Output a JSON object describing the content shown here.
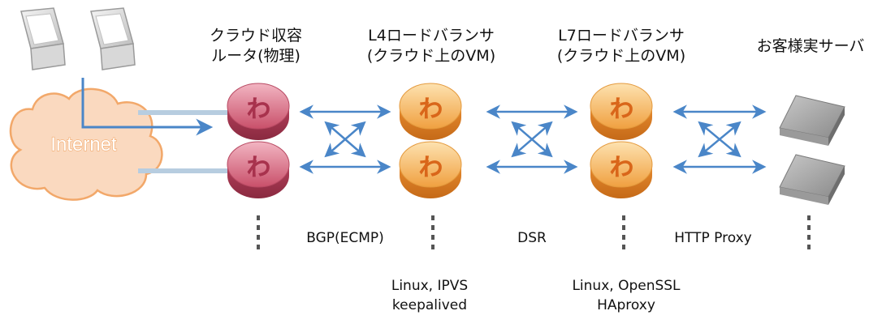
{
  "columns": {
    "router": {
      "line1": "クラウド収容",
      "line2": "ルータ(物理)"
    },
    "l4": {
      "line1": "L4ロードバランサ",
      "line2": "(クラウド上のVM)"
    },
    "l7": {
      "line1": "L7ロードバランサ",
      "line2": "(クラウド上のVM)"
    },
    "servers": {
      "line1": "お客様実サーバ"
    }
  },
  "cloud_label": "Internet",
  "connections": {
    "router_l4": "BGP(ECMP)",
    "l4_l7": "DSR",
    "l7_servers": "HTTP Proxy"
  },
  "software": {
    "l4": {
      "line1": "Linux, IPVS",
      "line2": "keepalived"
    },
    "l7": {
      "line1": "Linux, OpenSSL",
      "line2": "HAproxy"
    }
  },
  "router_glyph": "ゎ",
  "colors": {
    "router": "#c9506a",
    "vm": "#f0a040",
    "vm_glyph": "#d9661a",
    "arrow": "#4a86c8",
    "cloud_fill": "#fad9bf",
    "cloud_stroke": "#f2a86a",
    "cloud_text": "#ffffff"
  }
}
